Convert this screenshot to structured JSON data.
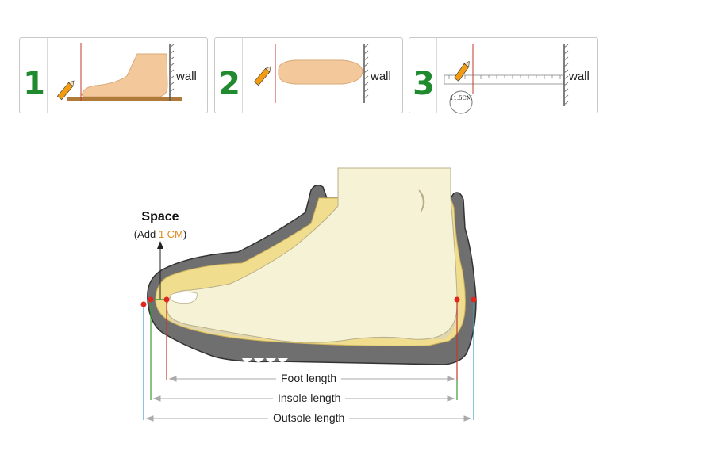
{
  "steps": [
    {
      "number": "1",
      "wall_label": "wall"
    },
    {
      "number": "2",
      "wall_label": "wall"
    },
    {
      "number": "3",
      "wall_label": "wall",
      "measurement": "11.5CM"
    }
  ],
  "space": {
    "title": "Space",
    "note_prefix": "(Add ",
    "note_accent": "1 CM",
    "note_suffix": ")"
  },
  "lengths": {
    "foot": "Foot length",
    "insole": "Insole length",
    "outsole": "Outsole length"
  },
  "colors": {
    "step_number": "#1f8a2e",
    "accent": "#e08a1e",
    "marker": "#e0261e",
    "foot_line": "#c0392b",
    "insole_line": "#3a9a3a",
    "outsole_line": "#3aa0c8",
    "shoe_gray": "#6f6f6f",
    "insole_yellow": "#f1dd8e",
    "foot_fill": "#f6f2d6"
  }
}
